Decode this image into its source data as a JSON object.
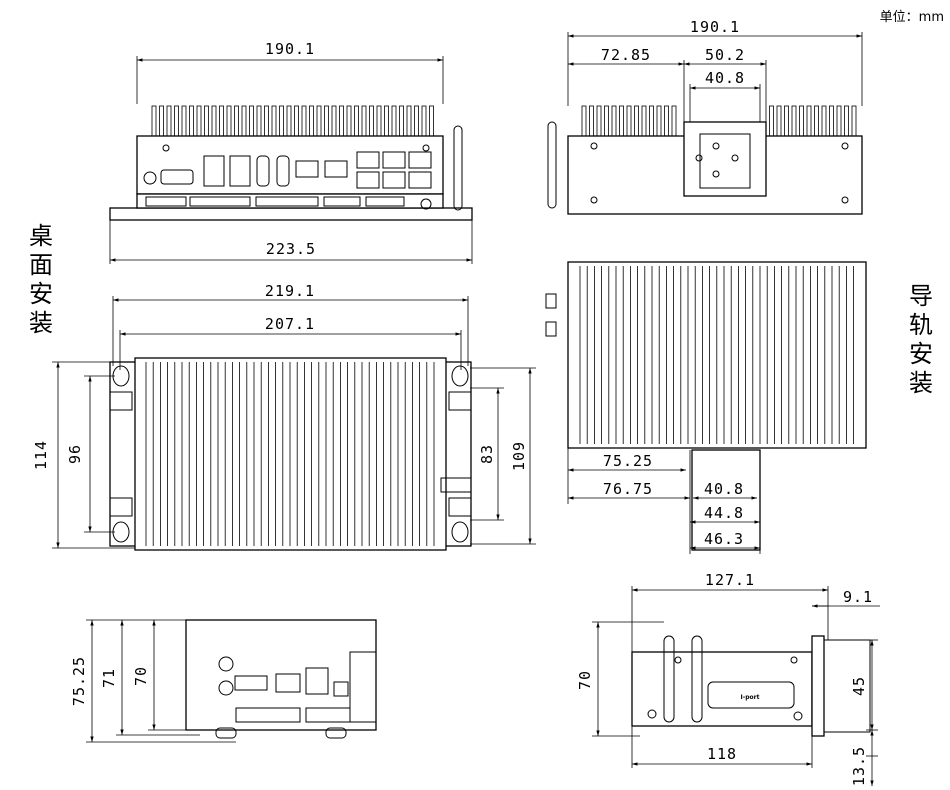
{
  "unit_label": "单位：mm",
  "side_labels": {
    "desktop": [
      "桌",
      "面",
      "安",
      "装"
    ],
    "rail": [
      "导",
      "轨",
      "安",
      "装"
    ]
  },
  "front_view": {
    "width": "190.1",
    "base_width": "223.5"
  },
  "top_view": {
    "width_outer": "219.1",
    "width_inner": "207.1",
    "height_outer": "114",
    "height_inner": "96",
    "height_right_inner": "83",
    "height_right_outer": "109"
  },
  "rail_front_view": {
    "width": "190.1",
    "offset": "72.85",
    "bracket_outer": "50.2",
    "bracket_inner": "40.8"
  },
  "rail_top_view": {
    "offset_a": "75.25",
    "offset_b": "76.75",
    "bracket_a": "40.8",
    "bracket_b": "44.8",
    "bracket_c": "46.3"
  },
  "side_view_left": {
    "height_a": "75.25",
    "height_b": "71",
    "height_c": "70"
  },
  "side_view_right": {
    "length": "127.1",
    "rail_depth": "9.1",
    "height": "70",
    "base_length": "118",
    "rail_height": "45",
    "rail_foot": "13.5",
    "port_label": "I-port"
  }
}
